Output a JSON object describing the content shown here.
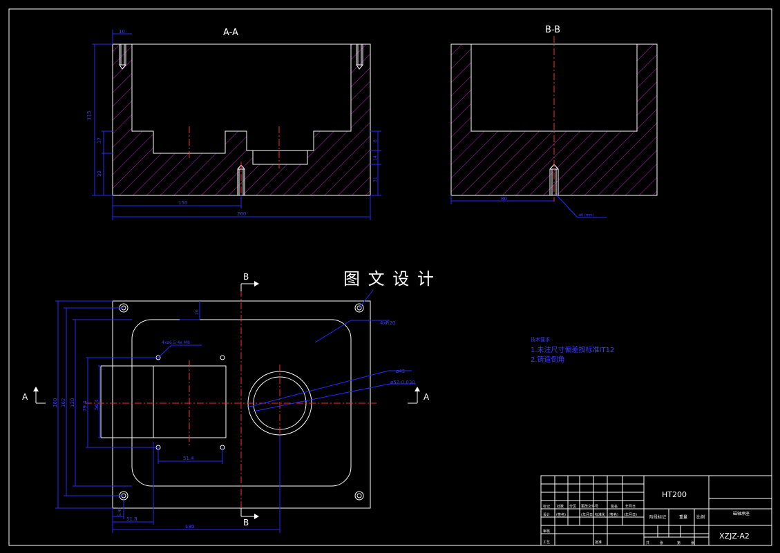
{
  "section_titles": {
    "aa": "A-A",
    "bb": "B-B"
  },
  "view_markers": {
    "a": "A",
    "b": "B"
  },
  "watermark": "图 文 设 计",
  "dims_section_aa": {
    "top_small": "10",
    "height_total": "115",
    "mid_left_top": "17",
    "mid_left_bottom": "33",
    "mid_right_1": "8",
    "mid_right_2": "14",
    "mid_right_3": "31",
    "bottom_half": "150",
    "bottom_total": "260"
  },
  "dims_section_bb": {
    "bottom": "80",
    "leader_note": "ø6 (mm)"
  },
  "dims_plan": {
    "top_gap": "20",
    "hole_note": "4xø6.5 4x M8",
    "radius_note": "4xR20",
    "bore_1": "ø45",
    "bore_2": "ø52-0.030",
    "h1": "180",
    "h2": "162",
    "h3": "130",
    "h4": "79.4",
    "h5": "56.4",
    "inner_w": "51.4",
    "bottom_small": "5.40",
    "bottom_mid": "51.8",
    "bottom_total": "130"
  },
  "tech_notes": {
    "title": "技术要求",
    "line1": "1.未注尺寸偏差按标准IT12",
    "line2": "2.铸造倒角"
  },
  "title_block": {
    "material": "HT200",
    "part_name": "磁轴承座",
    "drawing_no": "XZJZ-A2",
    "row_labels": [
      "标记",
      "处数",
      "分区",
      "更改文件号",
      "签名",
      "年月日"
    ],
    "design_labels": [
      "设计",
      "(签名)",
      "(年月日)",
      "标准化",
      "(签名)",
      "(年月日)"
    ],
    "left_labels": [
      "审核",
      "工艺"
    ],
    "approve_label": "批准",
    "stage_label": "阶段标记",
    "weight_label": "重量",
    "scale_label": "比例",
    "sheet_labels": [
      "共",
      "张",
      "第",
      "张"
    ]
  }
}
